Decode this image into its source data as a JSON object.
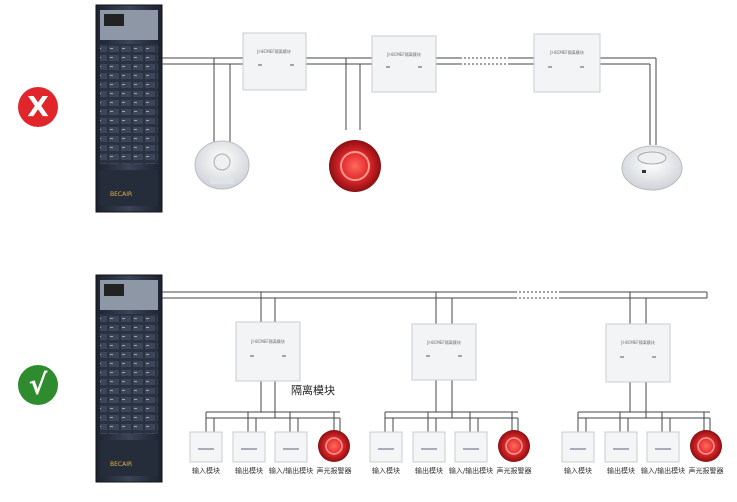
{
  "top": {
    "status_symbol": "X",
    "status_color": "#e0262b",
    "module_text": "JI-8CMEF隔离模块"
  },
  "bottom": {
    "status_symbol": "√",
    "status_color": "#2e8b2e",
    "module_text": "JI-8CMEF隔离模块",
    "isolation_caption": "隔离模块",
    "device_labels": [
      "输入模块",
      "输出模块",
      "输入/输出模块",
      "声光报警器"
    ]
  },
  "cabinet_brand": "BECAIR"
}
